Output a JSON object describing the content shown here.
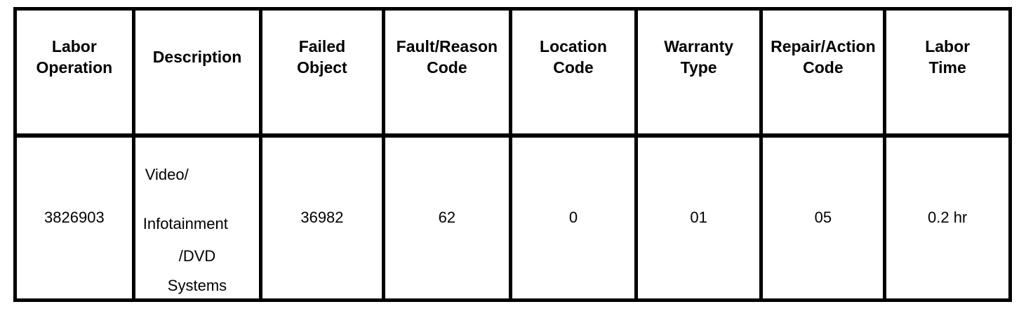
{
  "colors": {
    "border": "#000000",
    "text": "#000000",
    "background": "#ffffff"
  },
  "table": {
    "headers": [
      "Labor\nOperation",
      "Description",
      "Failed\nObject",
      "Fault/Reason\nCode",
      "Location\nCode",
      "Warranty\nType",
      "Repair/Action\nCode",
      "Labor\nTime"
    ],
    "row": {
      "labor_operation": "3826903",
      "description_lines": [
        "Video/",
        "Infotainment",
        "/DVD",
        "Systems"
      ],
      "description_full": "Video/ Infotainment /DVD Systems",
      "failed_object": "36982",
      "fault_reason_code": "62",
      "location_code": "0",
      "warranty_type": "01",
      "repair_action_code": "05",
      "labor_time": "0.2 hr"
    }
  }
}
